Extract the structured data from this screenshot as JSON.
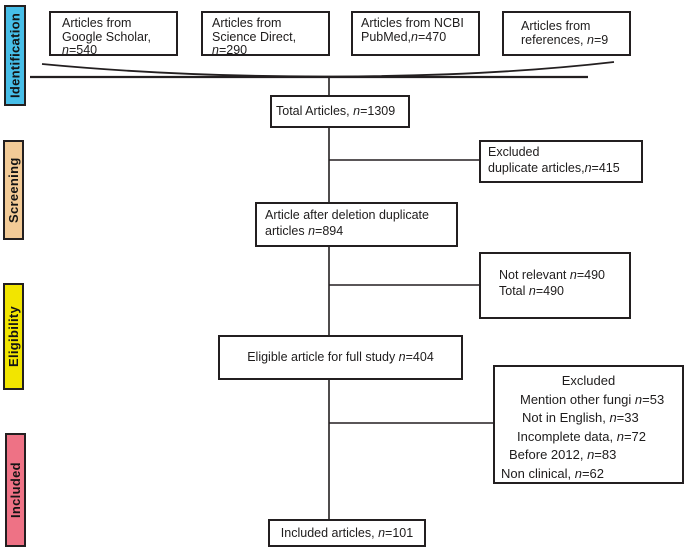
{
  "stages": [
    {
      "label": "Identification",
      "color": "#47BEE8"
    },
    {
      "label": "Screening",
      "color": "#F3CB97"
    },
    {
      "label": "Eligibility",
      "color": "#F2E500"
    },
    {
      "label": "Included",
      "color": "#EE7285"
    }
  ],
  "sources": [
    {
      "lines": [
        "Articles from",
        "Google Scholar,",
        "n=540"
      ]
    },
    {
      "lines": [
        "Articles from",
        "Science Direct,",
        "n=290"
      ]
    },
    {
      "lines": [
        "Articles from NCBI",
        "PubMed,n=470"
      ]
    },
    {
      "lines": [
        "Articles from",
        "references, n=9"
      ]
    }
  ],
  "flow": {
    "total": "Total Articles, n=1309",
    "after_duplicate_removal": {
      "lines": [
        "Article after deletion duplicate",
        "articles n=894"
      ]
    },
    "eligible": "Eligible article for full study n=404",
    "included": "Included articles, n=101"
  },
  "exclusions": {
    "duplicates": {
      "lines": [
        "Excluded",
        "duplicate articles,n=415"
      ]
    },
    "not_relevant": {
      "lines": [
        "Not relevant n=490",
        "Total n=490"
      ]
    },
    "full_text": {
      "title": "Excluded",
      "items": [
        "Mention other fungi n=53",
        "Not in English, n=33",
        "Incomplete data, n=72",
        "Before 2012, n=83",
        "Non clinical, n=62"
      ]
    }
  },
  "colors": {
    "ink": "#231f20",
    "background": "#ffffff"
  }
}
